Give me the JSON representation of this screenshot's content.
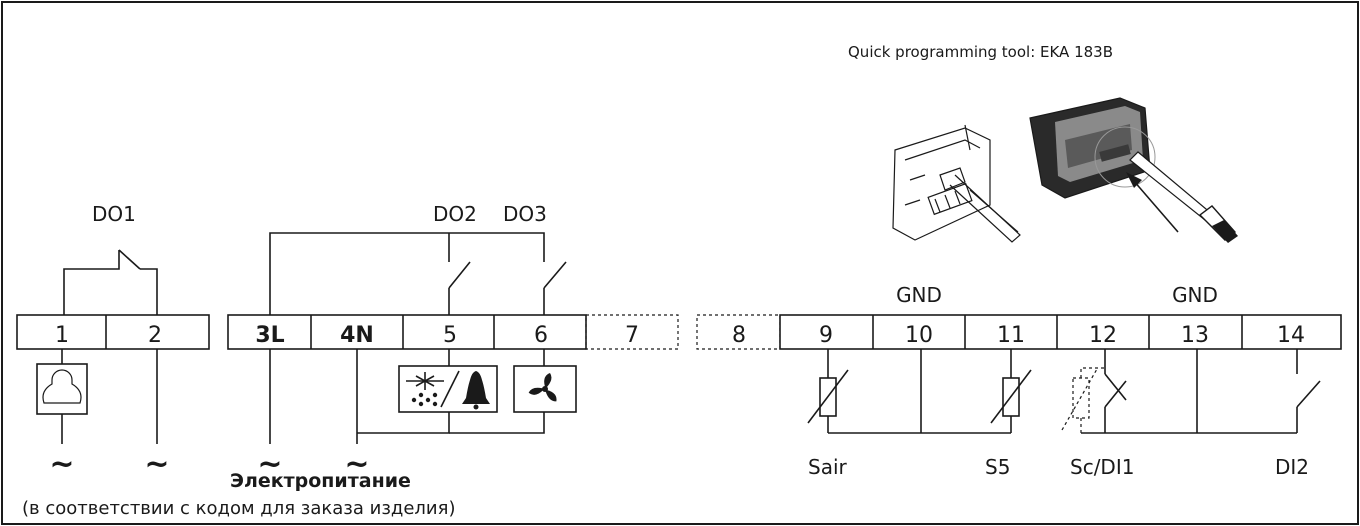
{
  "diagram": {
    "tool_title": "Quick programming tool: EKA 183B",
    "relay_labels": {
      "do1": "DO1",
      "do2": "DO2",
      "do3": "DO3"
    },
    "gnd_labels": [
      "GND",
      "GND"
    ],
    "terminals": [
      "1",
      "2",
      "3L",
      "4N",
      "5",
      "6",
      "7",
      "8",
      "9",
      "10",
      "11",
      "12",
      "13",
      "14"
    ],
    "tilde": "~",
    "sensors": {
      "sair": "Sair",
      "s5": "S5",
      "scdi1": "Sc/DI1",
      "di2": "DI2"
    },
    "power_label": "Электропитание",
    "power_note": "(в соответствии с кодом для заказа изделия)",
    "icons": [
      "compressor-icon",
      "defrost-icon",
      "alarm-bell-icon",
      "fan-icon",
      "arrow-icon"
    ]
  }
}
